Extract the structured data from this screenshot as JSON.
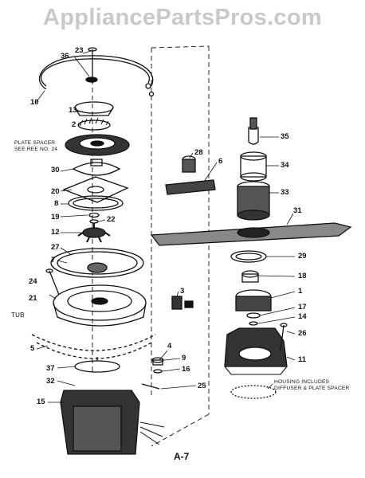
{
  "watermark": "AppliancePartsPros.com",
  "page_number": "A-7",
  "notes": {
    "plate_spacer_line1": "PLATE SPACER",
    "plate_spacer_line2": "SEE REE NO. 24",
    "tub": "TUB",
    "housing_line1": "HOUSING INCLUDES",
    "housing_line2": "DIFFUSER & PLATE SPACER"
  },
  "callouts": {
    "c1": "1",
    "c2": "2",
    "c3": "3",
    "c4": "4",
    "c5": "5",
    "c6": "6",
    "c7": "7",
    "c8": "8",
    "c9": "9",
    "c10": "10",
    "c11": "11",
    "c12": "12",
    "c13": "13",
    "c14": "14",
    "c15": "15",
    "c16": "16",
    "c17": "17",
    "c18": "18",
    "c19": "19",
    "c20": "20",
    "c21": "21",
    "c22": "22",
    "c23": "23",
    "c24": "24",
    "c25": "25",
    "c26": "26",
    "c27": "27",
    "c28": "28",
    "c29": "29",
    "c30": "30",
    "c31": "31",
    "c32": "32",
    "c33": "33",
    "c34": "34",
    "c35": "35",
    "c36": "36",
    "c37": "37"
  }
}
